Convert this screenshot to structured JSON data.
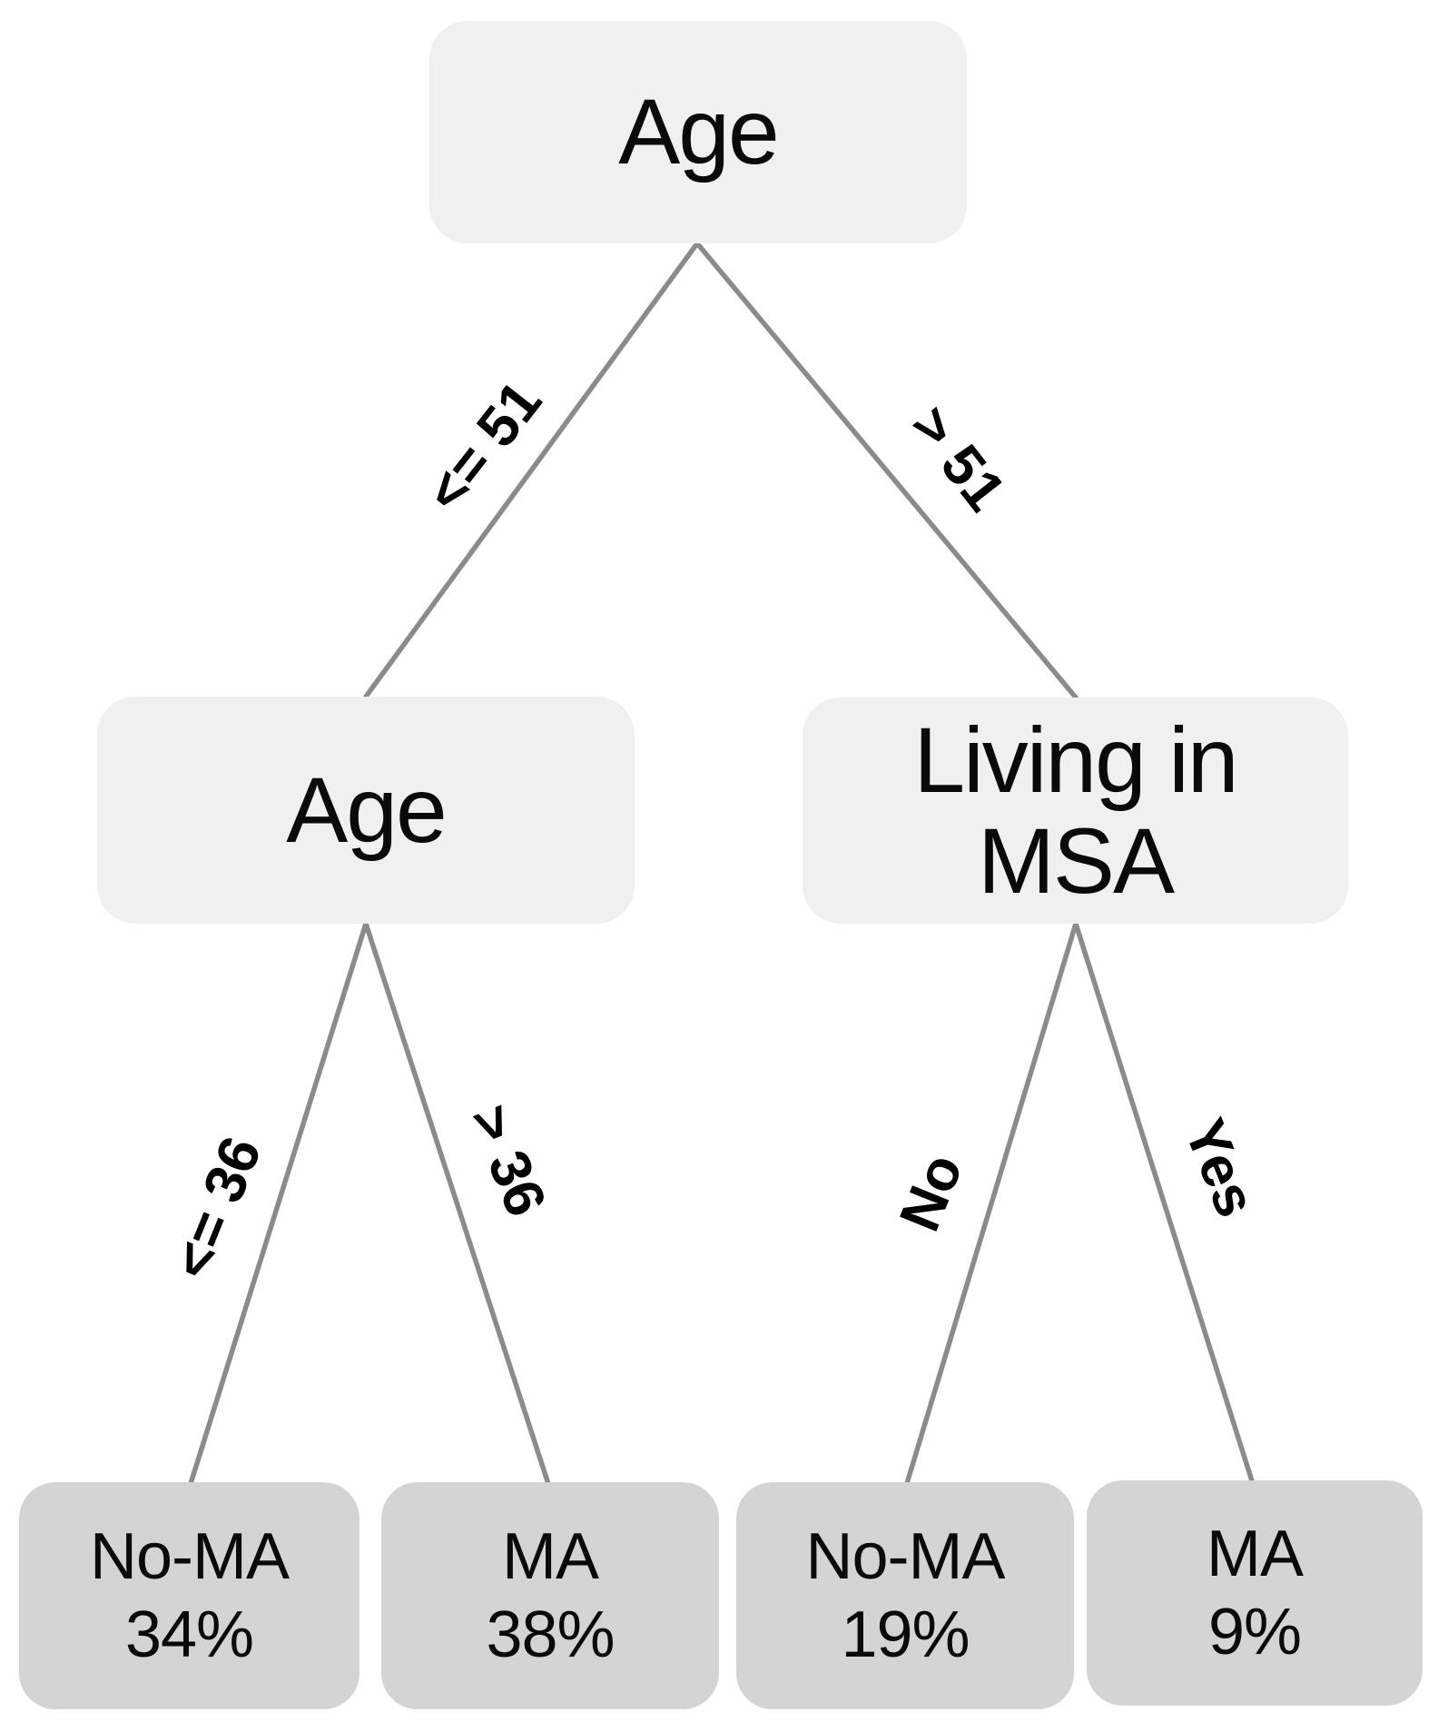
{
  "diagram": {
    "kind": "decision-tree",
    "colors": {
      "internal_node_fill": "#f0f0f0",
      "leaf_node_fill": "#d4d4d4",
      "edge_stroke": "#8b8b8b",
      "text": "#0a0a0a"
    },
    "nodes": {
      "root": {
        "label": "Age"
      },
      "left_child": {
        "label": "Age"
      },
      "right_child": {
        "line1": "Living in",
        "line2": "MSA"
      }
    },
    "branches": {
      "root_left": "<= 51",
      "root_right": "> 51",
      "age2_left": "<= 36",
      "age2_right": "> 36",
      "msa_left": "No",
      "msa_right": "Yes"
    },
    "leaves": [
      {
        "label": "No-MA",
        "pct": "34%"
      },
      {
        "label": "MA",
        "pct": "38%"
      },
      {
        "label": "No-MA",
        "pct": "19%"
      },
      {
        "label": "MA",
        "pct": "9%"
      }
    ]
  }
}
